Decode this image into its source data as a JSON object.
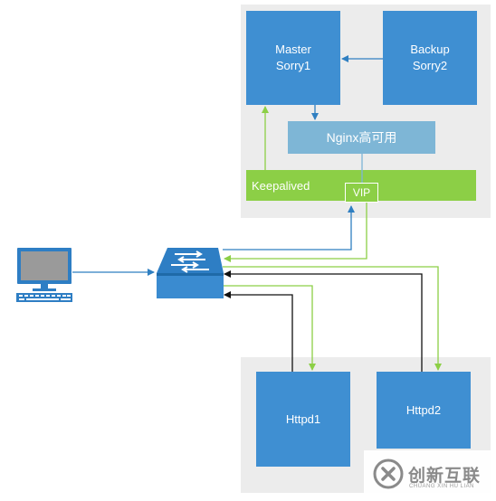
{
  "top_cluster": {
    "master": {
      "line1": "Master",
      "line2": "Sorry1"
    },
    "backup": {
      "line1": "Backup",
      "line2": "Sorry2"
    },
    "nginx_label": "Nginx高可用",
    "keepalived_label": "Keepalived",
    "vip_label": "VIP"
  },
  "bottom_cluster": {
    "httpd1": "Httpd1",
    "httpd2": "Httpd2"
  },
  "watermark": {
    "brand": "创新互联",
    "sub": "CHUANG XIN HU LIAN"
  },
  "colors": {
    "server_blue": "#3f8fd2",
    "nginx_blue": "#7eb6d6",
    "keepalived_green": "#8ccf46",
    "arrow_blue": "#2f7fc1",
    "arrow_green": "#8ccf46",
    "arrow_black": "#111111",
    "panel_gray": "#ececec"
  },
  "icons": [
    "computer-icon",
    "network-switch-icon",
    "watermark-logo-icon"
  ]
}
